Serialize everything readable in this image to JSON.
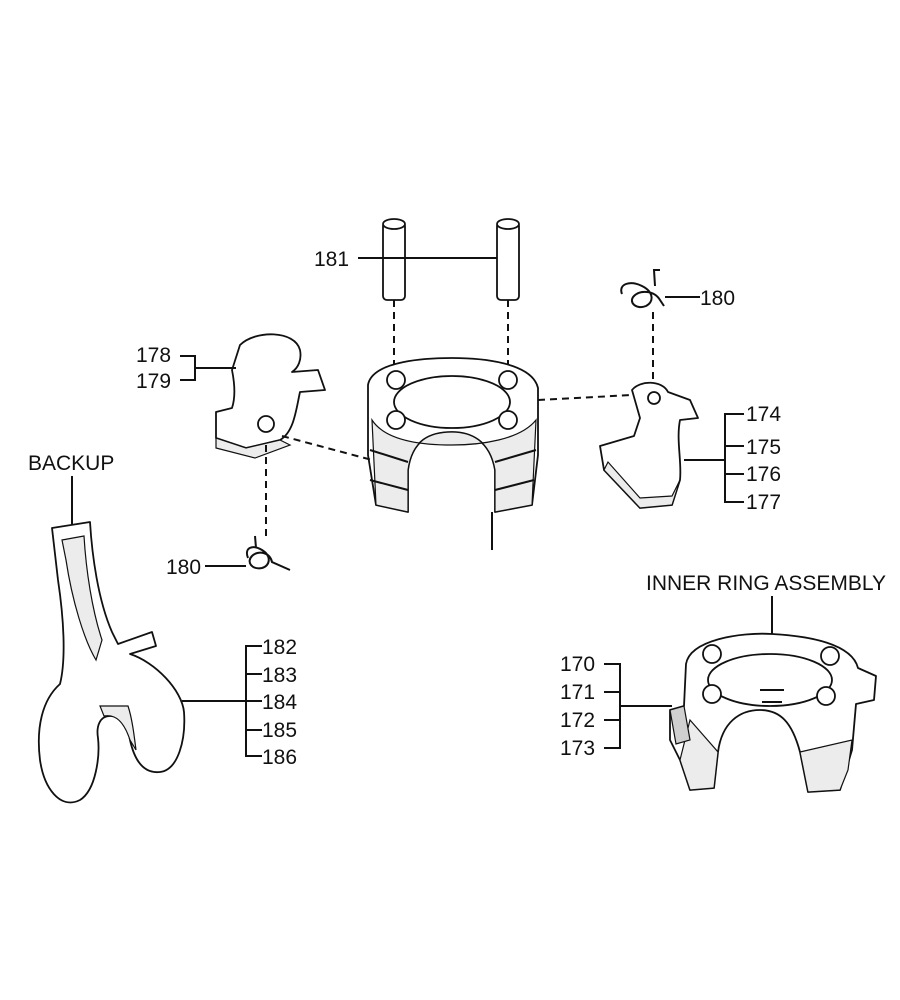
{
  "labels": {
    "backup": "BACKUP",
    "inner_ring_assembly": "INNER RING ASSEMBLY",
    "n181": "181",
    "n180_top": "180",
    "n180_bottom": "180",
    "n178": "178",
    "n179": "179",
    "n174": "174",
    "n175": "175",
    "n176": "176",
    "n177": "177",
    "n182": "182",
    "n183": "183",
    "n184": "184",
    "n185": "185",
    "n186": "186",
    "n170": "170",
    "n171": "171",
    "n172": "172",
    "n173": "173"
  }
}
